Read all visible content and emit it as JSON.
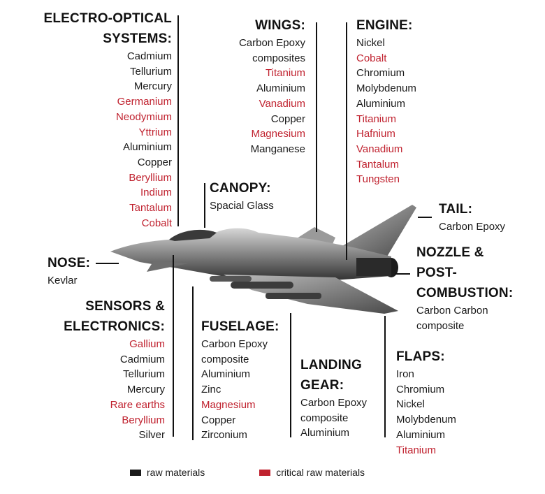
{
  "colors": {
    "raw": "#1a1a1a",
    "critical": "#c0222f"
  },
  "groups": {
    "electro_optical": {
      "title": "ELECTRO-OPTICAL\nSYSTEMS:",
      "items": [
        {
          "name": "Cadmium",
          "critical": false
        },
        {
          "name": "Tellurium",
          "critical": false
        },
        {
          "name": "Mercury",
          "critical": false
        },
        {
          "name": "Germanium",
          "critical": true
        },
        {
          "name": "Neodymium",
          "critical": true
        },
        {
          "name": "Yttrium",
          "critical": true
        },
        {
          "name": "Aluminium",
          "critical": false
        },
        {
          "name": "Copper",
          "critical": false
        },
        {
          "name": "Beryllium",
          "critical": true
        },
        {
          "name": "Indium",
          "critical": true
        },
        {
          "name": "Tantalum",
          "critical": true
        },
        {
          "name": "Cobalt",
          "critical": true
        }
      ]
    },
    "wings": {
      "title": "WINGS:",
      "items": [
        {
          "name": "Carbon Epoxy",
          "critical": false
        },
        {
          "name": "composites",
          "critical": false
        },
        {
          "name": "Titanium",
          "critical": true
        },
        {
          "name": "Aluminium",
          "critical": false
        },
        {
          "name": "Vanadium",
          "critical": true
        },
        {
          "name": "Copper",
          "critical": false
        },
        {
          "name": "Magnesium",
          "critical": true
        },
        {
          "name": "Manganese",
          "critical": false
        }
      ]
    },
    "engine": {
      "title": "ENGINE:",
      "items": [
        {
          "name": "Nickel",
          "critical": false
        },
        {
          "name": "Cobalt",
          "critical": true
        },
        {
          "name": "Chromium",
          "critical": false
        },
        {
          "name": "Molybdenum",
          "critical": false
        },
        {
          "name": "Aluminium",
          "critical": false
        },
        {
          "name": "Titanium",
          "critical": true
        },
        {
          "name": "Hafnium",
          "critical": true
        },
        {
          "name": "Vanadium",
          "critical": true
        },
        {
          "name": "Tantalum",
          "critical": true
        },
        {
          "name": "Tungsten",
          "critical": true
        }
      ]
    },
    "canopy": {
      "title": "CANOPY:",
      "items": [
        {
          "name": "Spacial Glass",
          "critical": false
        }
      ]
    },
    "tail": {
      "title": "TAIL:",
      "items": [
        {
          "name": "Carbon Epoxy",
          "critical": false
        }
      ]
    },
    "nose": {
      "title": "NOSE:",
      "items": [
        {
          "name": "Kevlar",
          "critical": false
        }
      ]
    },
    "nozzle": {
      "title": "NOZZLE &\nPOST-\nCOMBUSTION:",
      "items": [
        {
          "name": "Carbon Carbon",
          "critical": false
        },
        {
          "name": "composite",
          "critical": false
        }
      ]
    },
    "sensors": {
      "title": "SENSORS &\nELECTRONICS:",
      "items": [
        {
          "name": "Gallium",
          "critical": true
        },
        {
          "name": "Cadmium",
          "critical": false
        },
        {
          "name": "Tellurium",
          "critical": false
        },
        {
          "name": "Mercury",
          "critical": false
        },
        {
          "name": "Rare earths",
          "critical": true
        },
        {
          "name": "Beryllium",
          "critical": true
        },
        {
          "name": "Silver",
          "critical": false
        }
      ]
    },
    "fuselage": {
      "title": "FUSELAGE:",
      "items": [
        {
          "name": "Carbon Epoxy",
          "critical": false
        },
        {
          "name": "composite",
          "critical": false
        },
        {
          "name": "Aluminium",
          "critical": false
        },
        {
          "name": "Zinc",
          "critical": false
        },
        {
          "name": "Magnesium",
          "critical": true
        },
        {
          "name": "Copper",
          "critical": false
        },
        {
          "name": "Zirconium",
          "critical": false
        }
      ]
    },
    "landing_gear": {
      "title": "LANDING\nGEAR:",
      "items": [
        {
          "name": "Carbon Epoxy",
          "critical": false
        },
        {
          "name": "composite",
          "critical": false
        },
        {
          "name": "Aluminium",
          "critical": false
        }
      ]
    },
    "flaps": {
      "title": "FLAPS:",
      "items": [
        {
          "name": "Iron",
          "critical": false
        },
        {
          "name": "Chromium",
          "critical": false
        },
        {
          "name": "Nickel",
          "critical": false
        },
        {
          "name": "Molybdenum",
          "critical": false
        },
        {
          "name": "Aluminium",
          "critical": false
        },
        {
          "name": "Titanium",
          "critical": true
        }
      ]
    }
  },
  "legend": {
    "raw_label": "raw materials",
    "critical_label": "critical raw materials"
  }
}
